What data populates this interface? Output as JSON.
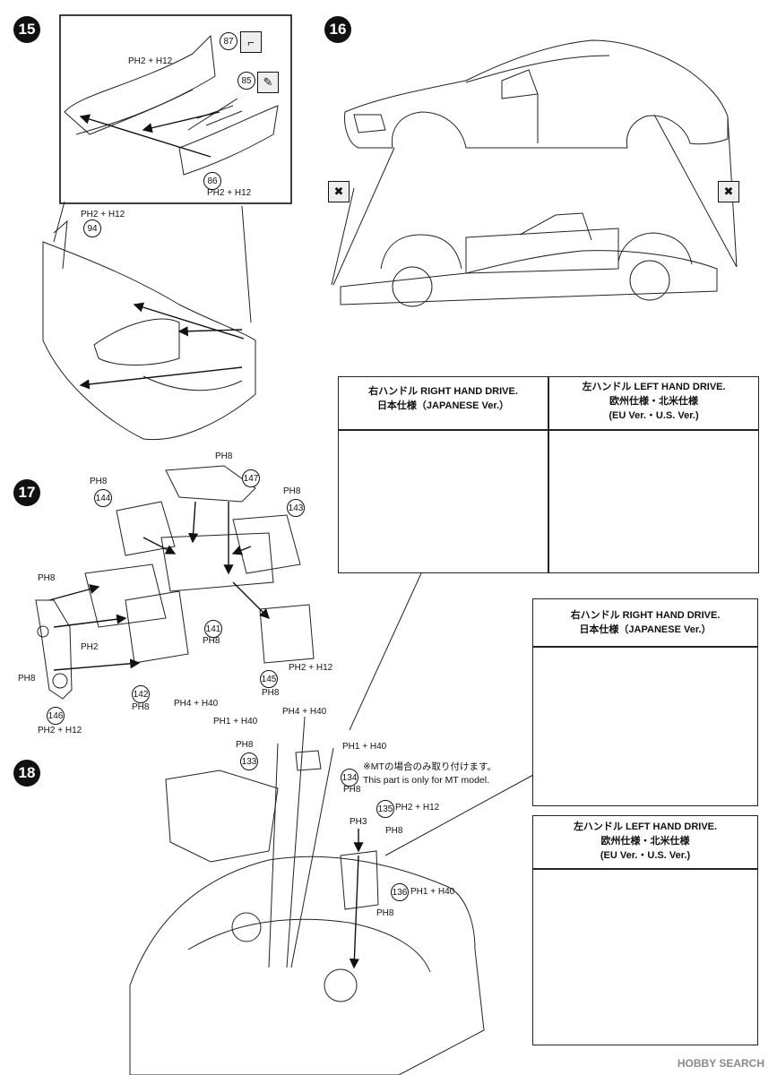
{
  "steps": {
    "s15": "15",
    "s16": "16",
    "s17": "17",
    "s18": "18"
  },
  "parts": {
    "p87": "87",
    "p85": "85",
    "p86": "86",
    "p94": "94",
    "p147": "147",
    "p144": "144",
    "p143": "143",
    "p141": "141",
    "p145": "145",
    "p142": "142",
    "p146": "146",
    "p133": "133",
    "p134": "134",
    "p135": "135",
    "p136": "136"
  },
  "paint_codes": {
    "c15a": "PH2 + H12",
    "c15b": "PH2 + H12",
    "c15c": "PH2 + H12",
    "c17_147": "PH8",
    "c17_144": "PH8",
    "c17_143": "PH8",
    "c17_left": "PH8",
    "c17_pulley": "PH2",
    "c17_141": "PH8",
    "c17_145a": "PH2 + H12",
    "c17_145b": "PH8",
    "c17_142a": "PH4 + H40",
    "c17_142b": "PH8",
    "c17_belt": "PH8",
    "c17_146": "PH2 + H12",
    "c18_a": "PH1 + H40",
    "c18_b": "PH4 + H40",
    "c18_133": "PH8",
    "c18_134a": "PH1 + H40",
    "c18_134b": "PH8",
    "c18_135a": "PH2 + H12",
    "c18_135b": "PH3",
    "c18_135c": "PH8",
    "c18_136a": "PH1 + H40",
    "c18_136b": "PH8"
  },
  "rhd_box_1": {
    "line1": "右ハンドル RIGHT HAND DRIVE.",
    "line2": "日本仕様（JAPANESE Ver.）"
  },
  "lhd_box_1": {
    "line1": "左ハンドル LEFT HAND DRIVE.",
    "line2": "欧州仕様・北米仕様",
    "line3": "(EU Ver.・U.S. Ver.)"
  },
  "rhd_box_2": {
    "line1": "右ハンドル RIGHT HAND DRIVE.",
    "line2": "日本仕様（JAPANESE Ver.）"
  },
  "lhd_box_2": {
    "line1": "左ハンドル LEFT HAND DRIVE.",
    "line2": "欧州仕様・北米仕様",
    "line3": "(EU Ver.・U.S. Ver.)"
  },
  "mt_note": {
    "line1": "※MTの場合のみ取り付けます。",
    "line2": "This part is only for MT model."
  },
  "watermark": "HOBBY SEARCH",
  "icons": {
    "glue": "glue-icon",
    "cement": "cement-icon",
    "tape": "tape-icon"
  }
}
